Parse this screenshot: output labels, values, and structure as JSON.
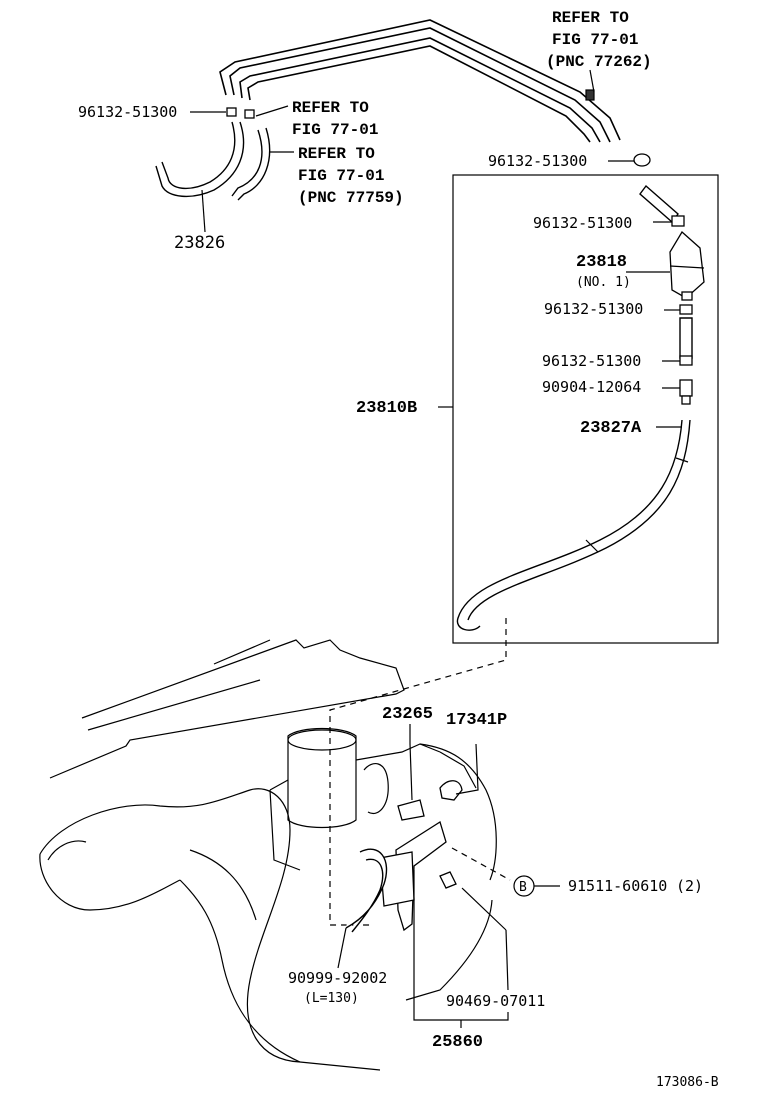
{
  "refs": {
    "ref_top_line1": "REFER TO",
    "ref_top_line2": "FIG 77-01",
    "ref_top_line3": "(PNC 77262)",
    "ref_mid1_line1": "REFER TO",
    "ref_mid1_line2": "FIG 77-01",
    "ref_mid2_line1": "REFER TO",
    "ref_mid2_line2": "FIG 77-01",
    "ref_mid2_line3": "(PNC 77759)"
  },
  "parts": {
    "clip_left": "96132-51300",
    "hose_23826": "23826",
    "clip_box_top": "96132-51300",
    "clip_box_2": "96132-51300",
    "canister_23818": "23818",
    "canister_no": "(NO. 1)",
    "clip_box_3": "96132-51300",
    "clip_box_4": "96132-51300",
    "union_90904": "90904-12064",
    "hose_23827a": "23827A",
    "assembly_23810b": "23810B",
    "valve_23265": "23265",
    "hose_17341p": "17341P",
    "bolt_91511": "91511-60610",
    "bolt_qty": "(2)",
    "hose_90999": "90999-92002",
    "hose_length": "(L=130)",
    "bracket_90469": "90469-07011",
    "bracket_25860": "25860",
    "callout_b": "B"
  },
  "figure_id": "173086-B"
}
